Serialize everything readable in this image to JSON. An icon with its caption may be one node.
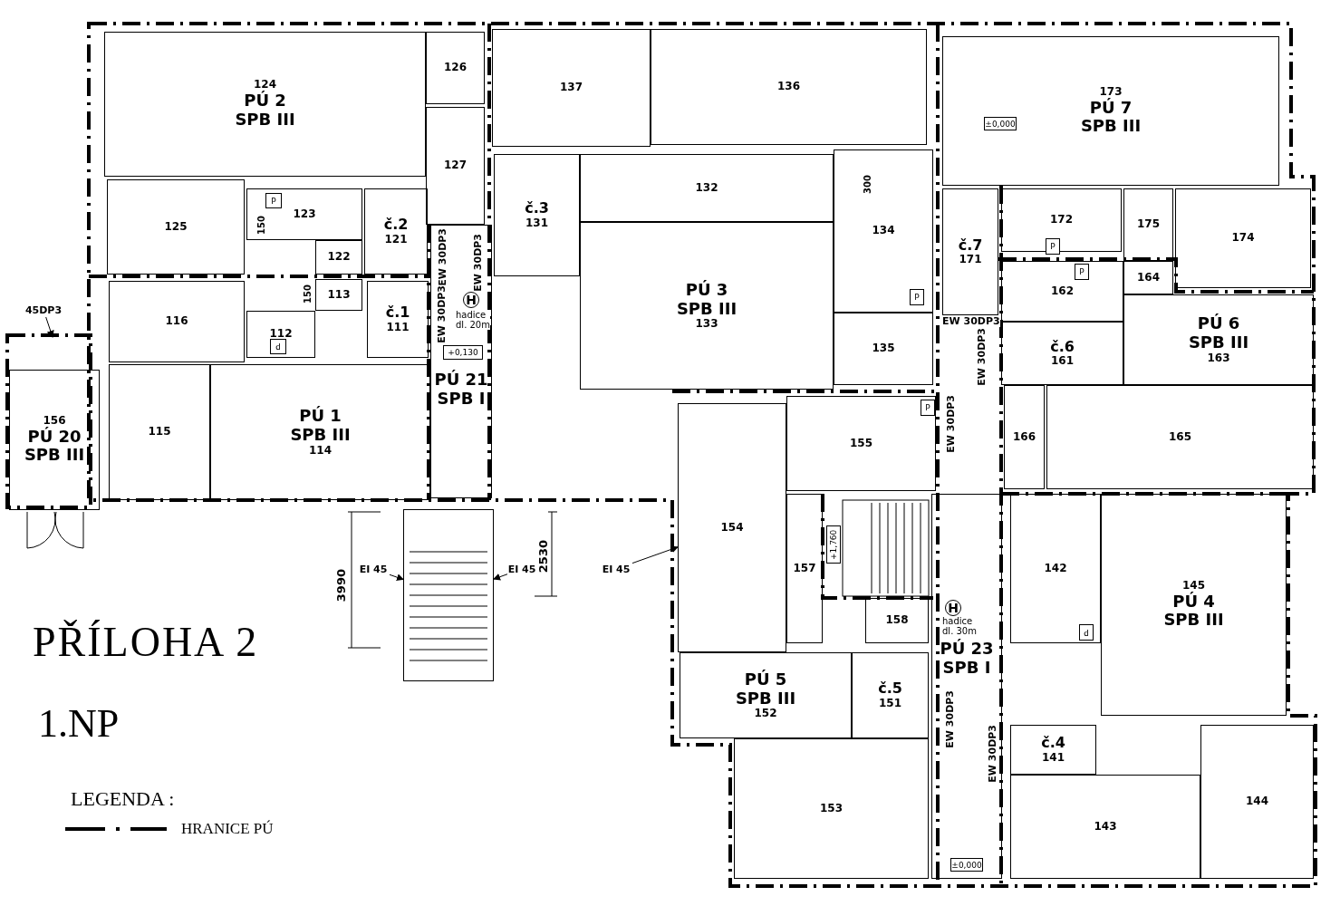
{
  "diagram": {
    "title": "PŘÍLOHA 2",
    "nodes": [
      {
        "text": [
          "124",
          "PÚ 2",
          "SPB III"
        ]
      },
      {
        "text": [
          "126"
        ]
      },
      {
        "text": [
          "127"
        ]
      },
      {
        "text": [
          "137"
        ]
      },
      {
        "text": [
          "136"
        ]
      },
      {
        "text": [
          "173",
          "PÚ 7",
          "SPB III"
        ]
      },
      {
        "text": [
          "±0,000"
        ],
        "in": 5
      },
      {
        "text": [
          "125"
        ]
      },
      {
        "text": [
          "123"
        ]
      },
      {
        "text": [
          "P"
        ],
        "in": 8
      },
      {
        "text": [
          "č.2",
          "121"
        ]
      },
      {
        "text": [
          "122"
        ]
      },
      {
        "text": [
          "132"
        ]
      },
      {
        "text": [
          "č.3",
          "131"
        ]
      },
      {
        "text": [
          "134"
        ]
      },
      {
        "text": [
          "P"
        ],
        "in": 14
      },
      {
        "text": [
          "172"
        ]
      },
      {
        "text": [
          "P"
        ],
        "in": 16
      },
      {
        "text": [
          "175"
        ]
      },
      {
        "text": [
          "174"
        ]
      },
      {
        "text": [
          "116"
        ]
      },
      {
        "text": [
          "112"
        ]
      },
      {
        "text": [
          "P"
        ],
        "in": 21
      },
      {
        "text": [
          "113"
        ]
      },
      {
        "text": [
          "č.1",
          "111"
        ]
      },
      {
        "text": [
          "PÚ 21",
          "SPB I"
        ]
      },
      {
        "text": [
          "+0,130"
        ],
        "in": 25
      },
      {
        "text": [
          "PÚ 3",
          "SPB III",
          "133"
        ]
      },
      {
        "text": [
          "135"
        ]
      },
      {
        "text": [
          "č.7",
          "171"
        ]
      },
      {
        "text": [
          "164"
        ]
      },
      {
        "text": [
          "162"
        ]
      },
      {
        "text": [
          "P"
        ],
        "in": 31
      },
      {
        "text": [
          "PÚ 6",
          "SPB III",
          "163"
        ]
      },
      {
        "text": [
          "č.6",
          "161"
        ]
      },
      {
        "text": [
          "115"
        ]
      },
      {
        "text": [
          "PÚ 1",
          "SPB III",
          "114"
        ]
      },
      {
        "text": [
          "156",
          "PÚ 20",
          "SPB III"
        ]
      },
      {
        "text": [
          "155"
        ]
      },
      {
        "text": [
          "P"
        ],
        "in": 38
      },
      {
        "text": [
          "166"
        ]
      },
      {
        "text": [
          "165"
        ]
      },
      {
        "text": [
          "154"
        ]
      },
      {
        "text": [
          "157"
        ]
      },
      {
        "text": [
          "+1,760"
        ]
      },
      {
        "text": [
          "158"
        ]
      },
      {
        "text": [
          "PÚ 23",
          "SPB I"
        ]
      },
      {
        "text": [
          "±0,000"
        ],
        "in": 46
      },
      {
        "text": [
          "142"
        ]
      },
      {
        "text": [
          "P"
        ],
        "in": 48
      },
      {
        "text": [
          "145",
          "PÚ 4",
          "SPB III"
        ]
      },
      {
        "text": [
          "PÚ 5",
          "SPB III",
          "152"
        ]
      },
      {
        "text": [
          "č.5",
          "151"
        ]
      },
      {
        "text": [
          "č.4",
          "141"
        ]
      },
      {
        "text": [
          "153"
        ]
      },
      {
        "text": [
          "143"
        ]
      },
      {
        "text": [
          "144"
        ]
      },
      {
        "text": [
          "45DP3"
        ]
      },
      {
        "text": [
          "EI 45"
        ]
      },
      {
        "text": [
          "EI 45"
        ]
      },
      {
        "text": [
          "EI 45"
        ]
      },
      {
        "text": [],
        "shape": "stairs"
      }
    ],
    "edges": [
      {
        "from": 57,
        "to": null,
        "arrow": "to"
      },
      {
        "from": 58,
        "to": 61,
        "arrow": "to"
      },
      {
        "from": 59,
        "to": 61,
        "arrow": "to"
      },
      {
        "from": 60,
        "to": 42,
        "arrow": "to"
      }
    ],
    "labels": [
      "150",
      "EW 30DP3",
      "EW 30DP3",
      "300",
      "150",
      "EW 30DP3",
      "H",
      "hadice dl. 20m",
      "EW 30DP3",
      "EW 30DP3",
      "EW 30DP3",
      "3990",
      "2530",
      "H",
      "hadice dl. 30m",
      "EW 30DP3",
      "EW 30DP3",
      "1.NP",
      "LEGENDA :"
    ],
    "legend": [
      {
        "text": "HRANICE PÚ"
      }
    ]
  }
}
